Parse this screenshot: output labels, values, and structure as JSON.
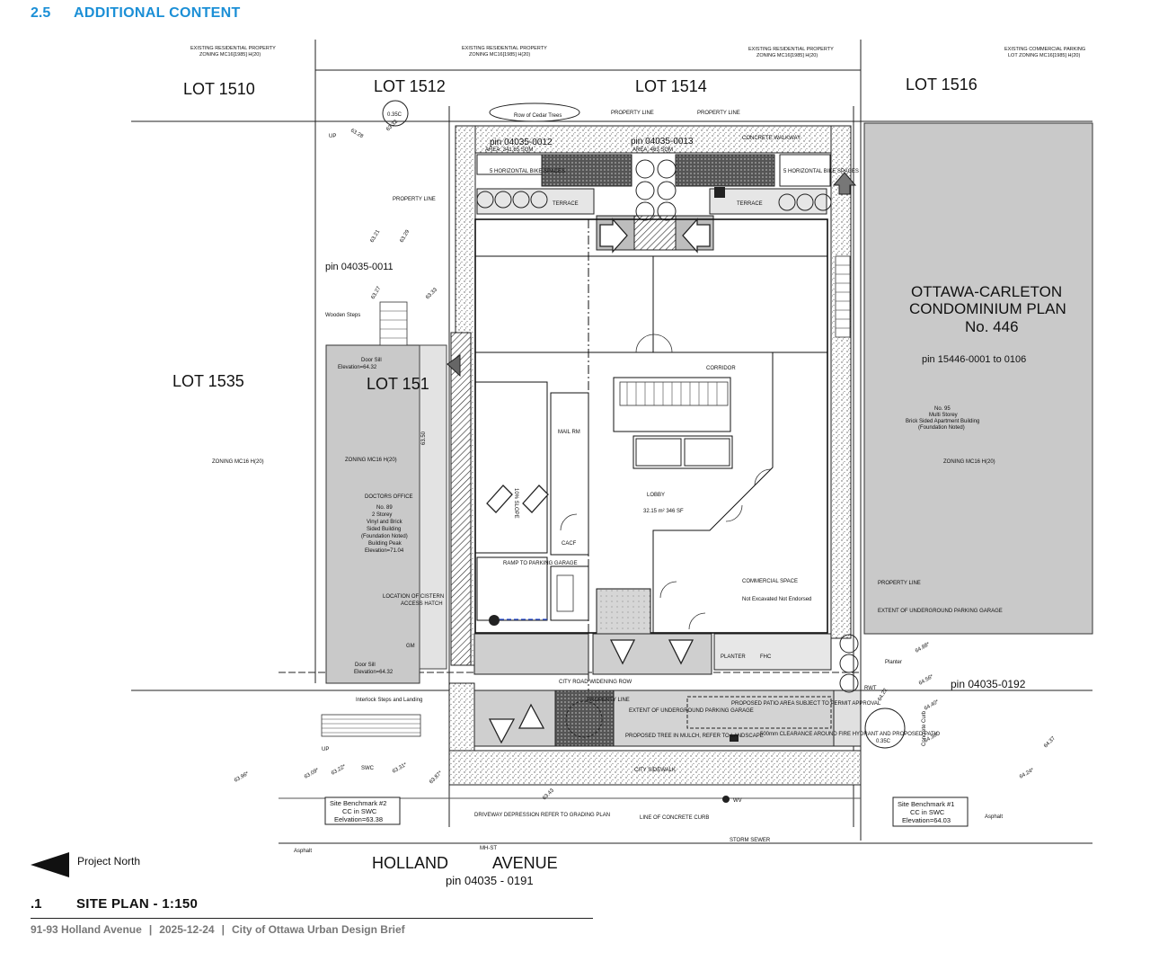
{
  "header": {
    "section_number": "2.5",
    "section_title": "ADDITIONAL CONTENT"
  },
  "lots": {
    "lot_1510": "LOT   1510",
    "lot_1512": "LOT   1512",
    "lot_1514": "LOT   1514",
    "lot_1516": "LOT   1516",
    "lot_1535": "LOT   1535",
    "lot_151x": "LOT   151"
  },
  "labels": {
    "existing_res_1": "EXISTING RESIDENTIAL PROPERTY",
    "zoning_1": "ZONING MC16[1985] H(20)",
    "existing_res_2": "EXISTING RESIDENTIAL PROPERTY",
    "zoning_2": "ZONING MC16[1985] H(20)",
    "existing_res_3": "EXISTING RESIDENTIAL PROPERTY",
    "zoning_3": "ZONING MC16[1985] H(20)",
    "existing_comm": "EXISTING COMMERCIAL PARKING",
    "zoning_4": "LOT ZONING MC16[1985] H(20)",
    "row_cedar": "Row of Cedar Trees",
    "property_line": "PROPERTY LINE",
    "concrete_walkway": "CONCRETE WALKWAY",
    "pin_0012": "pin 04035-0012",
    "area_0012": "AREA: 341.65 SQM",
    "pin_0013": "pin 04035-0013",
    "area_0013": "AREA: 463 SQM",
    "bike_left": "5 HORIZONTAL BIKE SPACES",
    "bike_right": "5 HORIZONTAL BIKE SPACES",
    "terrace_left": "TERRACE",
    "terrace_right": "TERRACE",
    "pin_0011": "pin 04035-0011",
    "wooden_steps": "Wooden Steps",
    "door_sill_1": "Door Sill",
    "door_sill_1b": "Elevation=64.32",
    "condo_1": "OTTAWA-CARLETON",
    "condo_2": "CONDOMINIUM PLAN",
    "condo_3": "No. 446",
    "pin_condo": "pin 15446-0001 to 0106",
    "no95_1": "No. 95",
    "no95_2": "Multi Storey",
    "no95_3": "Brick Sided Apartment Building",
    "no95_4": "(Foundation Noted)",
    "zoning_left": "ZONING MC16 H(20)",
    "zoning_mid": "ZONING MC16 H(20)",
    "zoning_right": "ZONING MC16 H(20)",
    "corridor": "CORRIDOR",
    "mail_rm": "MAIL RM",
    "lobby": "LOBBY",
    "lobby_area": "32.15 m²  346 SF",
    "cacf": "CACF",
    "slope": "10% SLOPE",
    "ramp": "RAMP TO PARKING GARAGE",
    "commercial": "COMMERCIAL SPACE",
    "commercial_note": "Not Excavated Not Endorsed",
    "doctors_office": "DOCTORS OFFICE",
    "no89_1": "No. 89",
    "no89_2": "2 Storey",
    "no89_3": "Vinyl and Brick",
    "no89_4": "Sided Building",
    "no89_5": "(Foundation Noted)",
    "no89_6": "Building Peak",
    "no89_7": "Elevation=71.04",
    "cistern_1": "LOCATION OF CISTERN",
    "cistern_2": "ACCESS HATCH",
    "door_sill_2": "Door Sill",
    "door_sill_2b": "Elevation=64.32",
    "interlock": "Interlock Steps and Landing",
    "city_road": "CITY ROAD WIDENING ROW",
    "extent_ug_1": "EXTENT OF UNDERGROUND PARKING GARAGE",
    "proposed_tree": "PROPOSED TREE IN MULCH, REFER TO LANDSCAPE",
    "proposed_patio": "PROPOSED PATIO AREA SUBJECT TO PERMIT APPROVAL",
    "clearance": "500mm CLEARANCE AROUND FIRE HYDRANT AND PROPOSED PATIO",
    "planter": "PLANTER",
    "fhc": "FHC",
    "property_line_right": "PROPERTY LINE",
    "extent_ug_2": "EXTENT OF UNDERGROUND PARKING GARAGE",
    "planter_r": "Planter",
    "rwt": "RWT",
    "pin_0192": "pin 04035-0192",
    "concrete_curb": "Concrete Curb",
    "city_sidewalk": "CITY SIDEWALK",
    "wv": "WV",
    "bench2_1": "Site Benchmark #2",
    "bench2_2": "CC in SWC",
    "bench2_3": "Eelvation=63.38",
    "bench1_1": "Site Benchmark #1",
    "bench1_2": "CC in SWC",
    "bench1_3": "Elevation=64.03",
    "driveway": "DRIVEWAY DEPRESSION REFER TO GRADING PLAN",
    "line_curb": "LINE OF CONCRETE CURB",
    "storm_sewer": "STORM SEWER",
    "mh_st": "MH-ST",
    "asphalt_l": "Asphalt",
    "asphalt_r": "Asphalt",
    "swc": "SWC",
    "holland": "HOLLAND",
    "avenue": "AVENUE",
    "pin_0191": "pin  04035 - 0191",
    "up_1": "UP",
    "up_2": "UP",
    "gm": "GM",
    "dim_035_1": "0.35C",
    "dim_035_2": "0.35C",
    "elev_1": "63.28",
    "elev_2": "63.32",
    "elev_3": "63.21",
    "elev_4": "63.29",
    "elev_5": "63.27",
    "elev_6": "63.33",
    "elev_7": "63.50",
    "elev_8": "63.43",
    "elev_9": "64.22",
    "elev_10": "63.96*",
    "elev_11": "63.09*",
    "elev_12": "63.22*",
    "elev_13": "63.31*",
    "elev_14": "63.87*",
    "elev_15": "64.40*",
    "elev_16": "64.30*",
    "elev_17": "64.37",
    "elev_18": "64.24*",
    "elev_19": "64.88*",
    "elev_20": "64.56*"
  },
  "north": {
    "label": "Project North"
  },
  "figure": {
    "number": ".1",
    "title": "SITE PLAN - 1:150"
  },
  "footer": {
    "address": "91-93 Holland Avenue",
    "date": "2025-12-24",
    "document": "City of Ottawa Urban Design Brief",
    "separator": "|"
  },
  "colors": {
    "accent": "#1b8fd6",
    "neighbour_fill": "#c9c9c9",
    "stipple": "#9a9a9a"
  }
}
